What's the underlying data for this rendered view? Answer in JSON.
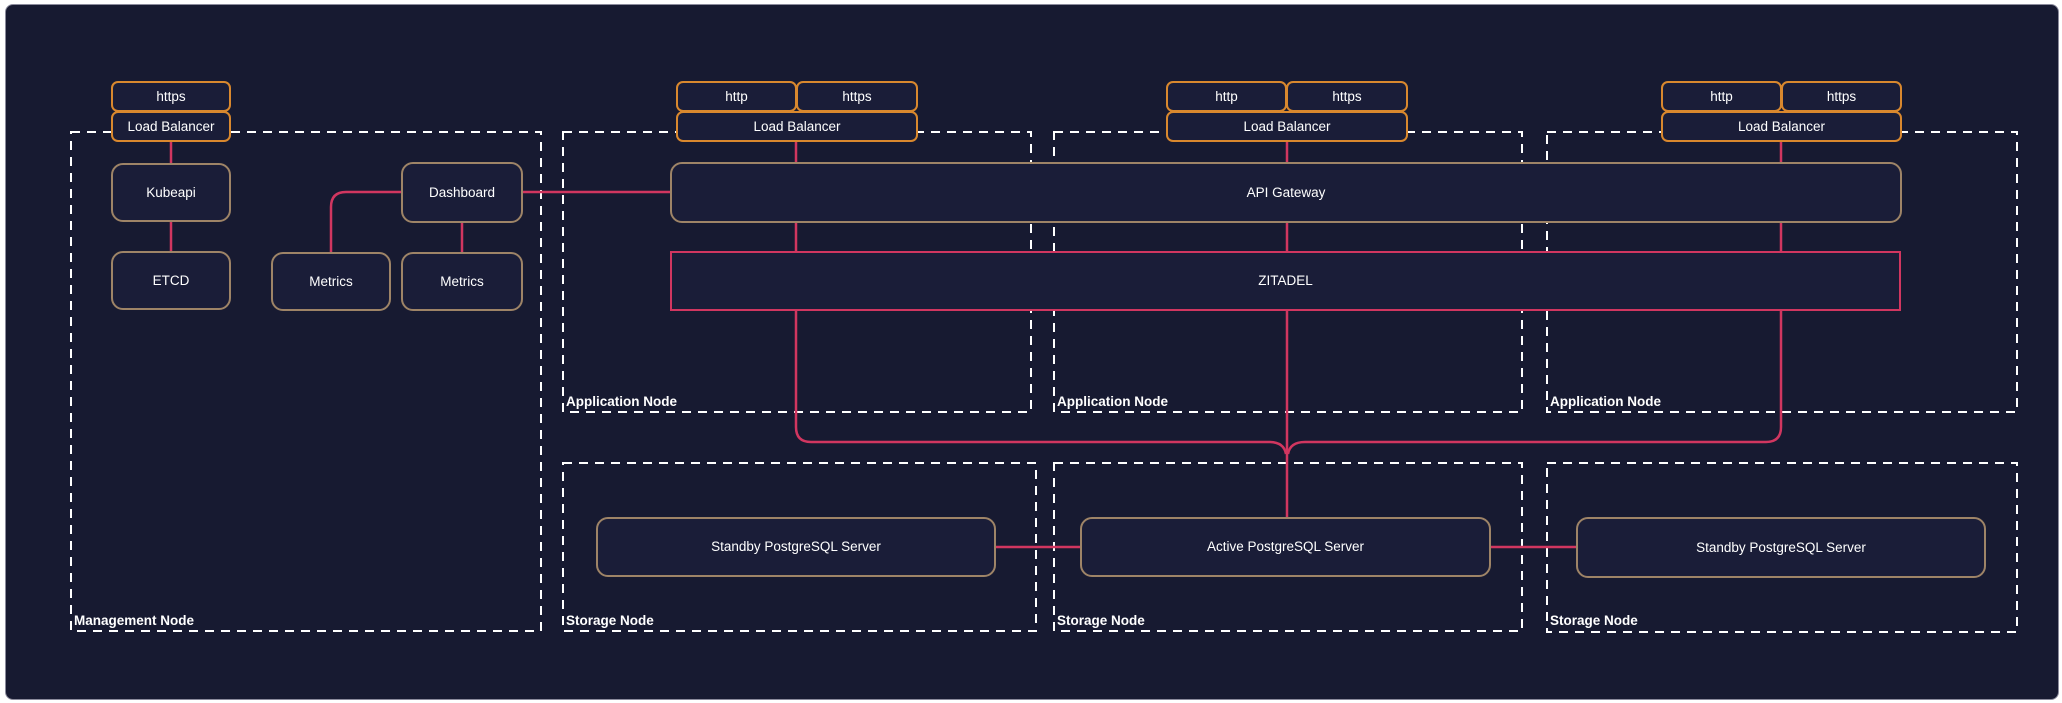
{
  "colors": {
    "background": "#171a31",
    "node_fill": "#1a1d38",
    "orange_border": "#d9882e",
    "tan_border": "#9e8467",
    "pink_accent": "#d13660",
    "group_border": "#ffffff",
    "text": "#ffffff"
  },
  "groups": {
    "management": {
      "label": "Management Node"
    },
    "application_1": {
      "label": "Application Node"
    },
    "application_2": {
      "label": "Application Node"
    },
    "application_3": {
      "label": "Application Node"
    },
    "storage_1": {
      "label": "Storage Node"
    },
    "storage_2": {
      "label": "Storage Node"
    },
    "storage_3": {
      "label": "Storage Node"
    }
  },
  "nodes": {
    "mgmt_https": {
      "label": "https"
    },
    "mgmt_lb": {
      "label": "Load Balancer"
    },
    "kubeapi": {
      "label": "Kubeapi"
    },
    "etcd": {
      "label": "ETCD"
    },
    "dashboard": {
      "label": "Dashboard"
    },
    "metrics_left": {
      "label": "Metrics"
    },
    "metrics_right": {
      "label": "Metrics"
    },
    "app1_http": {
      "label": "http"
    },
    "app1_https": {
      "label": "https"
    },
    "app1_lb": {
      "label": "Load Balancer"
    },
    "app2_http": {
      "label": "http"
    },
    "app2_https": {
      "label": "https"
    },
    "app2_lb": {
      "label": "Load Balancer"
    },
    "app3_http": {
      "label": "http"
    },
    "app3_https": {
      "label": "https"
    },
    "app3_lb": {
      "label": "Load Balancer"
    },
    "api_gateway": {
      "label": "API Gateway"
    },
    "zitadel": {
      "label": "ZITADEL"
    },
    "standby_pg_left": {
      "label": "Standby PostgreSQL Server"
    },
    "active_pg": {
      "label": "Active PostgreSQL Server"
    },
    "standby_pg_right": {
      "label": "Standby PostgreSQL Server"
    }
  }
}
